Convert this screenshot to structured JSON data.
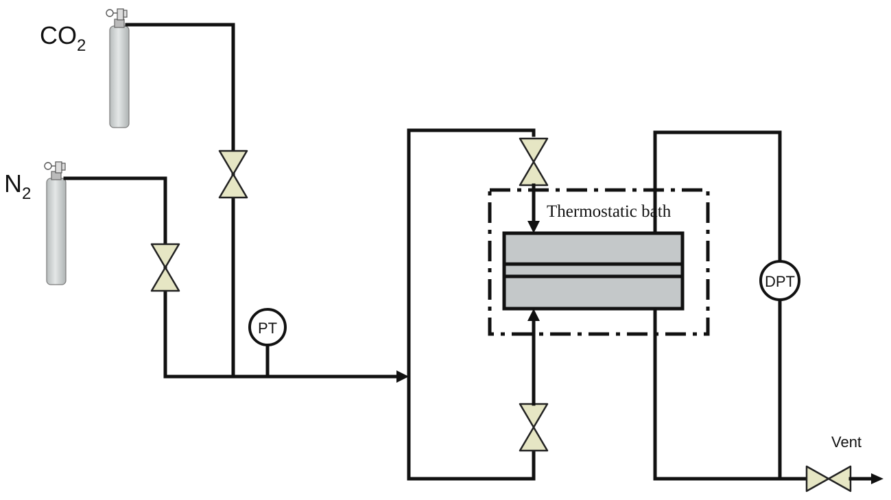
{
  "cylinders": {
    "co2": {
      "label": "CO",
      "subscript": "2"
    },
    "n2": {
      "label": "N",
      "subscript": "2"
    }
  },
  "instruments": {
    "pressure_transmitter": "PT",
    "differential_pressure_transmitter": "DPT"
  },
  "bath": {
    "label": "Thermostatic bath"
  },
  "outlet": {
    "label": "Vent"
  },
  "colors": {
    "valve_fill": "#e6e6c4",
    "cylinder_fill": "#cfd3d3",
    "module_fill": "#c4c8c9",
    "line": "#111111"
  }
}
